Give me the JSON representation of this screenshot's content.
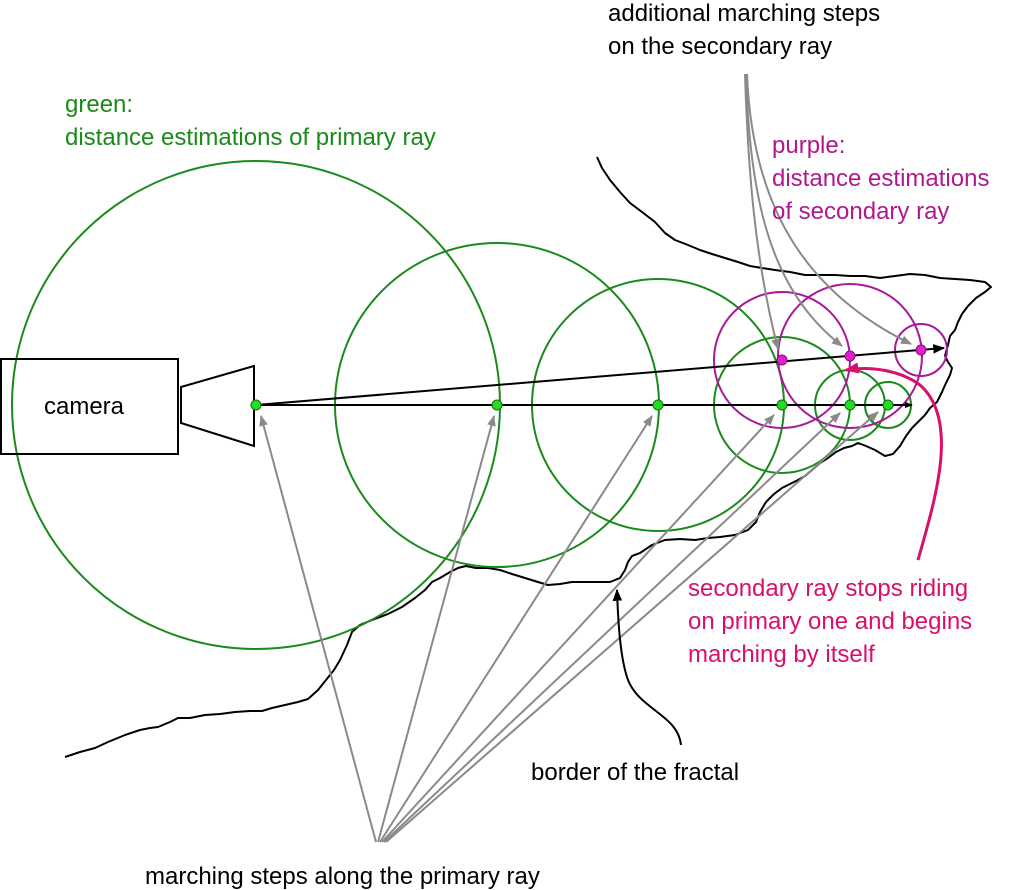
{
  "labels": {
    "additional_steps_line1": "additional marching steps",
    "additional_steps_line2": "on the secondary ray",
    "green_title": "green:",
    "green_desc": "distance estimations of primary ray",
    "purple_title": "purple:",
    "purple_desc_line1": "distance estimations",
    "purple_desc_line2": "of secondary ray",
    "camera": "camera",
    "secondary_stop_line1": "secondary ray stops riding",
    "secondary_stop_line2": "on primary one and begins",
    "secondary_stop_line3": "marching by itself",
    "fractal_border": "border of the fractal",
    "primary_steps": "marching steps along the primary ray"
  },
  "colors": {
    "primary_estimation": "#1a8a1a",
    "secondary_estimation": "#a8189a",
    "primary_step_point": "#22dd22",
    "secondary_step_point": "#e020d0",
    "secondary_ray_note": "#d8106a",
    "pointer_arrows": "#8a8a8a"
  }
}
